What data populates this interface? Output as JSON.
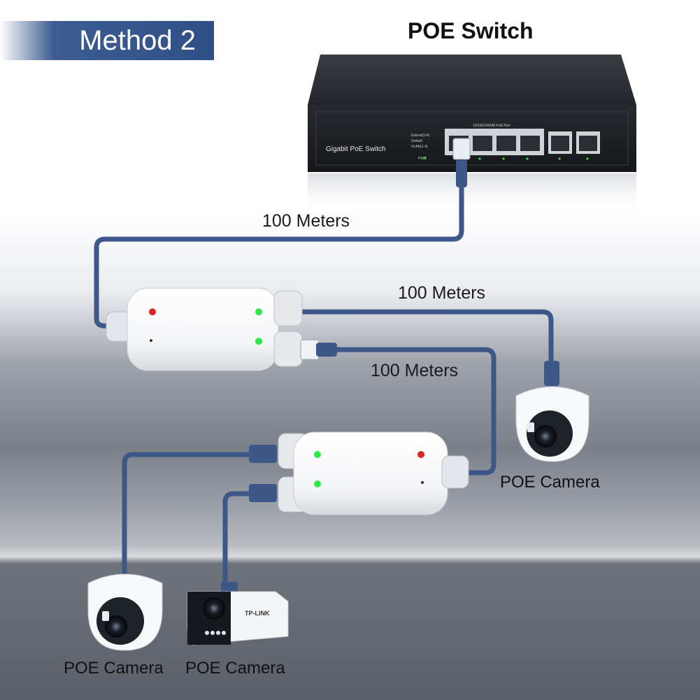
{
  "header": {
    "method_label": "Method 2",
    "switch_title": "POE Switch"
  },
  "switch": {
    "brand_text": "Gigabit PoE Switch",
    "port_header": "10/100/1000M PoE Port",
    "mode_labels": [
      "Extend(3-4)",
      "Default",
      "VLAN(1-4)"
    ],
    "pwr_label": "PWR"
  },
  "cables": {
    "switch_to_extender": "100 Meters",
    "extender_to_top_camera": "100 Meters",
    "extender_to_second_extender": "100 Meters"
  },
  "cameras": {
    "right_camera": "POE Camera",
    "bottom_left_camera": "POE Camera",
    "bottom_bullet_camera": "POE Camera",
    "bullet_brand": "TP-LINK"
  },
  "colors": {
    "cable": "#3c5788",
    "badge": "#2f4f86",
    "led_green": "#2ee84a",
    "led_red": "#e02424"
  }
}
